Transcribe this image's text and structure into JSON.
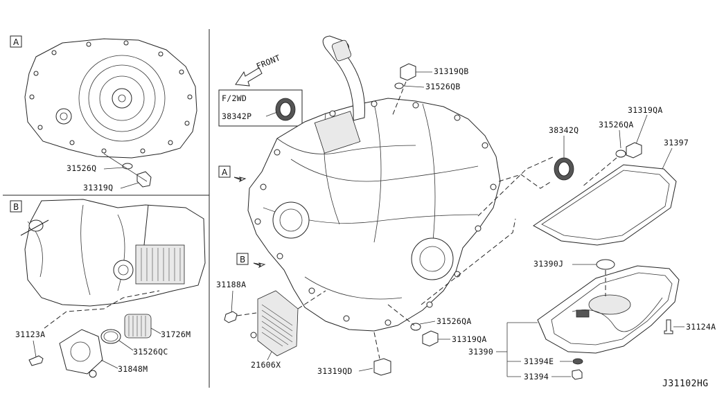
{
  "sections": {
    "a_letter": "A",
    "b_letter": "B",
    "main_a_letter": "A",
    "main_b_letter": "B"
  },
  "front_label": "FRONT",
  "variant_box": {
    "title": "F/2WD",
    "part": "38342P"
  },
  "parts": {
    "p31526Q": "31526Q",
    "p31319Q": "31319Q",
    "p31123A": "31123A",
    "p31726M": "31726M",
    "p31526QC": "31526QC",
    "p31848M": "31848M",
    "p31319QB": "31319QB",
    "p31526QB": "31526QB",
    "p31319QA_top": "31319QA",
    "p38342Q": "38342Q",
    "p31526QA_top": "31526QA",
    "p31397": "31397",
    "p31188A": "31188A",
    "p21606X": "21606X",
    "p31526QA_bot": "31526QA",
    "p31319QA_bot": "31319QA",
    "p31319QD": "31319QD",
    "p31390J": "31390J",
    "p31124A": "31124A",
    "p31390": "31390",
    "p31394E": "31394E",
    "p31394": "31394"
  },
  "drawing_code": "J31102HG"
}
